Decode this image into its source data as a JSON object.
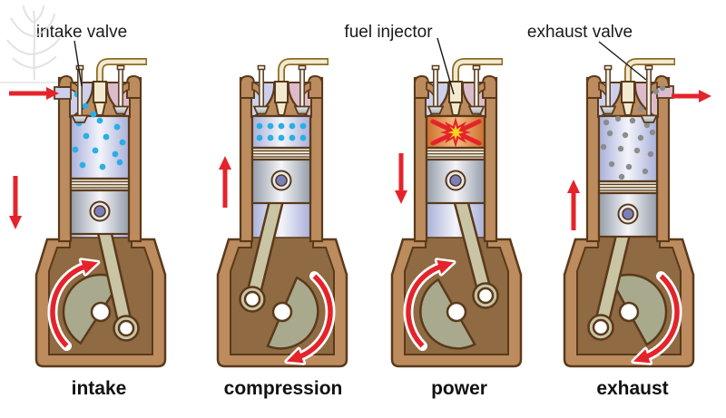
{
  "diagram": {
    "callouts": [
      {
        "id": "intake-valve",
        "text": "intake valve"
      },
      {
        "id": "fuel-injector",
        "text": "fuel injector"
      },
      {
        "id": "exhaust-valve",
        "text": "exhaust valve"
      }
    ],
    "stroke_labels": [
      {
        "id": "intake",
        "label": "intake"
      },
      {
        "id": "compression",
        "label": "compression"
      },
      {
        "id": "power",
        "label": "power"
      },
      {
        "id": "exhaust",
        "label": "exhaust"
      }
    ],
    "colors": {
      "cylinder_wall": "#bc8c5e",
      "outline": "#5a3a1b",
      "crankcase_interior": "#8f6a42",
      "intake_port": "#cdd0ec",
      "exhaust_port": "#dcbcca",
      "injector_cream": "#f2ead0",
      "pipe_edge": "#8d6b24",
      "air_dot_cyan": "#2aaee4",
      "exhaust_dot_gray": "#8c8c8c",
      "combustion_orange": "#e08c4a",
      "explosion_yellow": "#f8d41e",
      "arrow_red": "#e5232b",
      "rod_olive": "#c9c4a4",
      "counterweight_olive": "#a9aa8d",
      "ring_band": "#e8e3d3",
      "wrist_pin_purple": "#7b80bd"
    }
  }
}
